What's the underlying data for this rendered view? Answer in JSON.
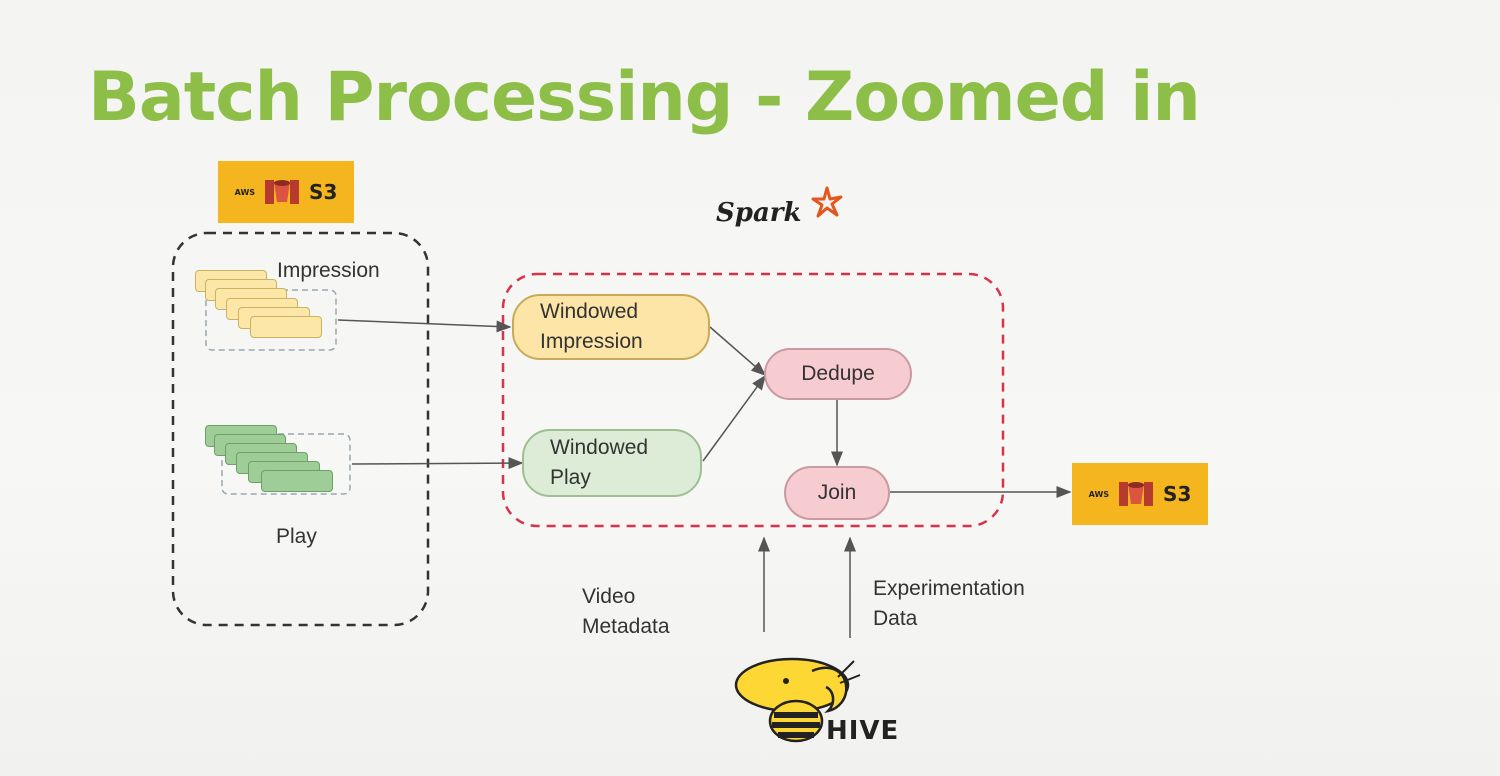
{
  "title": "Batch Processing - Zoomed in",
  "colors": {
    "title": "#8dbf48",
    "aws_badge": "#f5b51f",
    "spark_boundary": "#d9324a",
    "impression_node": "#fce5a6",
    "play_node": "#dcecd6",
    "dedupe_join_node": "#f6ccd0"
  },
  "source_s3": {
    "aws": "AWS",
    "label": "S3",
    "icon": "s3-bucket-icon"
  },
  "sink_s3": {
    "aws": "AWS",
    "label": "S3",
    "icon": "s3-bucket-icon"
  },
  "spark": {
    "logo_text": "Spark",
    "icon": "spark-star-icon"
  },
  "sources": {
    "impression": "Impression",
    "play": "Play"
  },
  "nodes": {
    "windowed_impression": "Windowed Impression",
    "windowed_play": "Windowed Play",
    "dedupe": "Dedupe",
    "join": "Join"
  },
  "inputs": {
    "video_metadata": "Video Metadata",
    "experimentation_data": "Experimentation Data"
  },
  "hive": {
    "logo_text": "HIVE",
    "icon": "hive-bee-elephant-icon"
  }
}
